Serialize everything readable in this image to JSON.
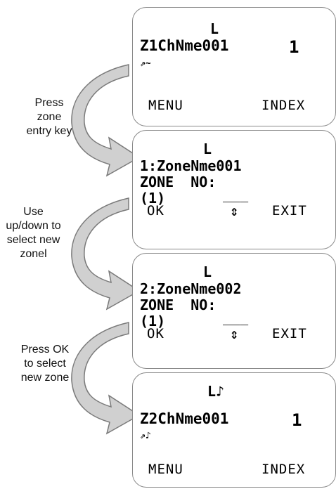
{
  "steps": [
    {
      "label": "Press\nzone\nentry key"
    },
    {
      "label": "Use\nup/down to\nselect new\nzonel"
    },
    {
      "label": "Press OK\nto select\nnew zone"
    }
  ],
  "screens": [
    {
      "top_marker": "L",
      "line1": "Z1ChNme001",
      "number": "1",
      "icons": "⇗∼",
      "left_soft": "MENU",
      "right_soft": "INDEX"
    },
    {
      "top_marker": "L",
      "line1": "1:ZoneNme001",
      "line2": "ZONE  NO:",
      "line3": "(1)",
      "dashes": "___",
      "left_soft": "OK",
      "arrow_glyph": "⇕",
      "right_soft": "EXIT"
    },
    {
      "top_marker": "L",
      "line1": "2:ZoneNme002",
      "line2": "ZONE  NO:",
      "line3": "(1)",
      "dashes": "___",
      "left_soft": "OK",
      "arrow_glyph": "⇕",
      "right_soft": "EXIT"
    },
    {
      "top_marker": "L♪",
      "line1": "Z2ChNme001",
      "number": "1",
      "icons": "⇗♪",
      "left_soft": "MENU",
      "right_soft": "INDEX"
    }
  ],
  "colors": {
    "arrow_fill": "#d0d0d0",
    "arrow_stroke": "#7a7a7a",
    "screen_border": "#8a8a8a"
  }
}
